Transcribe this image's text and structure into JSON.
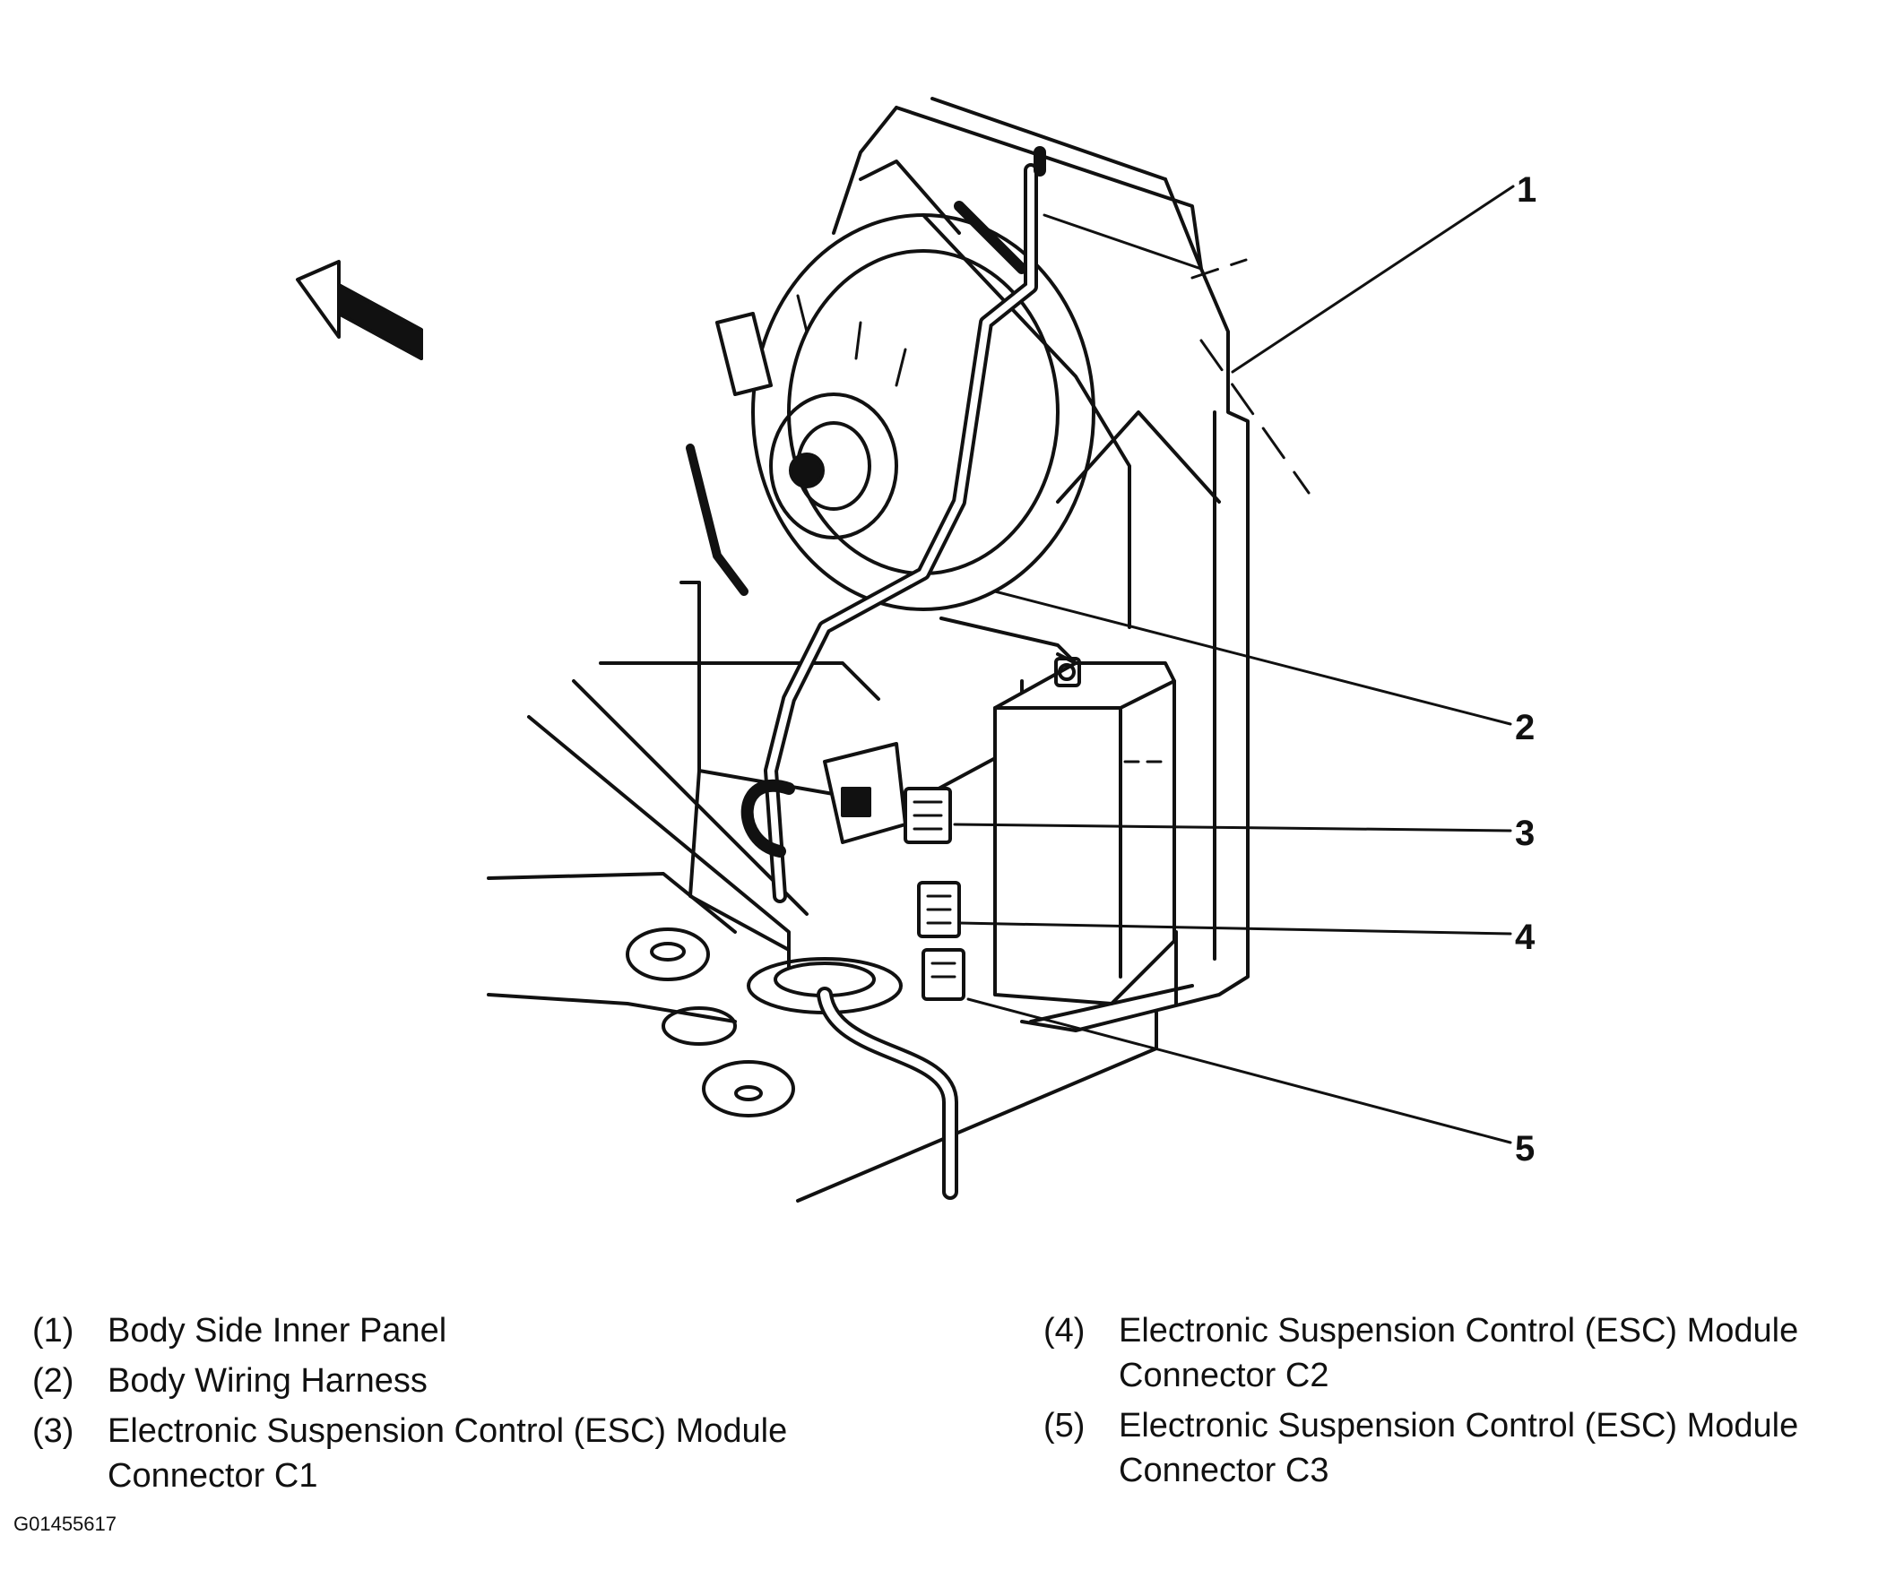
{
  "callouts": [
    "1",
    "2",
    "3",
    "4",
    "5"
  ],
  "legend": [
    {
      "num": "(1)",
      "text": "Body Side Inner Panel"
    },
    {
      "num": "(2)",
      "text": "Body Wiring Harness"
    },
    {
      "num": "(3)",
      "text": "Electronic Suspension Control (ESC) Module Connector C1"
    },
    {
      "num": "(4)",
      "text": "Electronic Suspension Control (ESC) Module Connector C2"
    },
    {
      "num": "(5)",
      "text": "Electronic Suspension Control (ESC) Module Connector C3"
    }
  ],
  "figure_id": "G01455617"
}
